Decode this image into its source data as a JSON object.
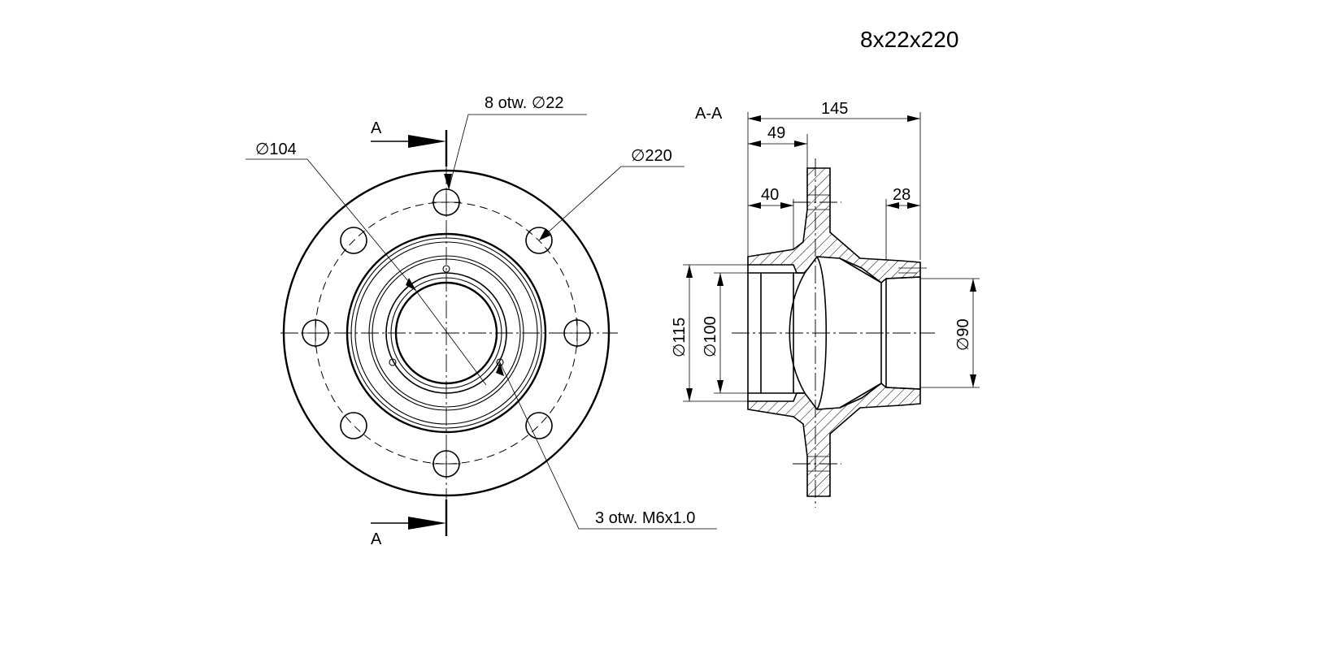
{
  "title": "8x22x220",
  "front_view": {
    "section_mark_top": "A",
    "section_mark_bottom": "A",
    "labels": {
      "holes": "8 otw. ∅22",
      "dia_104": "∅104",
      "dia_220": "∅220",
      "threads": "3 otw. M6x1.0"
    }
  },
  "section_view": {
    "label": "A-A",
    "dimensions": {
      "overall_length": "145",
      "flange_pos": "49",
      "bore_depth": "40",
      "right_bore_depth": "28",
      "dia_115": "∅115",
      "dia_100": "∅100",
      "dia_90": "∅90"
    }
  }
}
